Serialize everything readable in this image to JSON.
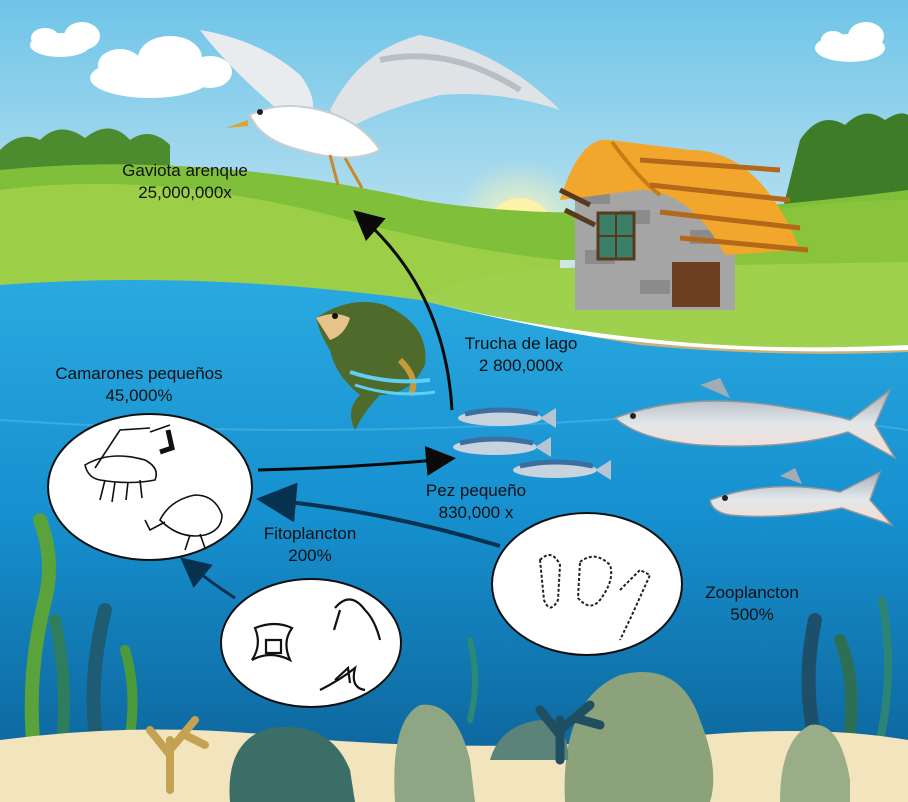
{
  "organisms": {
    "gull": {
      "name": "Gaviota arenque",
      "value": "25,000,000x"
    },
    "trout": {
      "name": "Trucha de lago",
      "value": "2 800,000x"
    },
    "shrimp": {
      "name": "Camarones pequeños",
      "value": "45,000%"
    },
    "smallfish": {
      "name": "Pez pequeño",
      "value": "830,000 x"
    },
    "phyto": {
      "name": "Fitoplancton",
      "value": "200%"
    },
    "zoo": {
      "name": "Zooplancton",
      "value": "500%"
    }
  },
  "colors": {
    "sky": "#7ecbea",
    "water_top": "#1fa2dc",
    "water_bottom": "#0b5c8f",
    "sand": "#efe1b8",
    "grass": "#8cc63f",
    "arrow": "#0a0a0a"
  }
}
